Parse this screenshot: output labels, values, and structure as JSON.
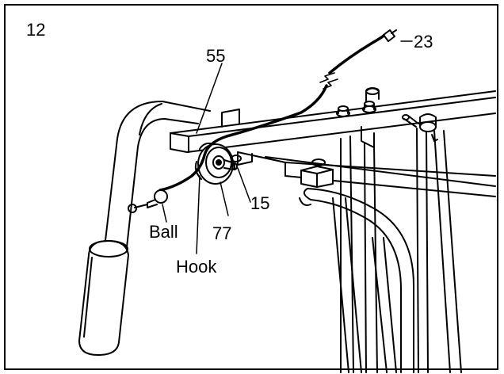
{
  "step_number": "12",
  "callouts": {
    "part_55": "55",
    "part_23": "23",
    "part_15": "15",
    "part_77": "77",
    "ball": "Ball",
    "hook": "Hook"
  }
}
